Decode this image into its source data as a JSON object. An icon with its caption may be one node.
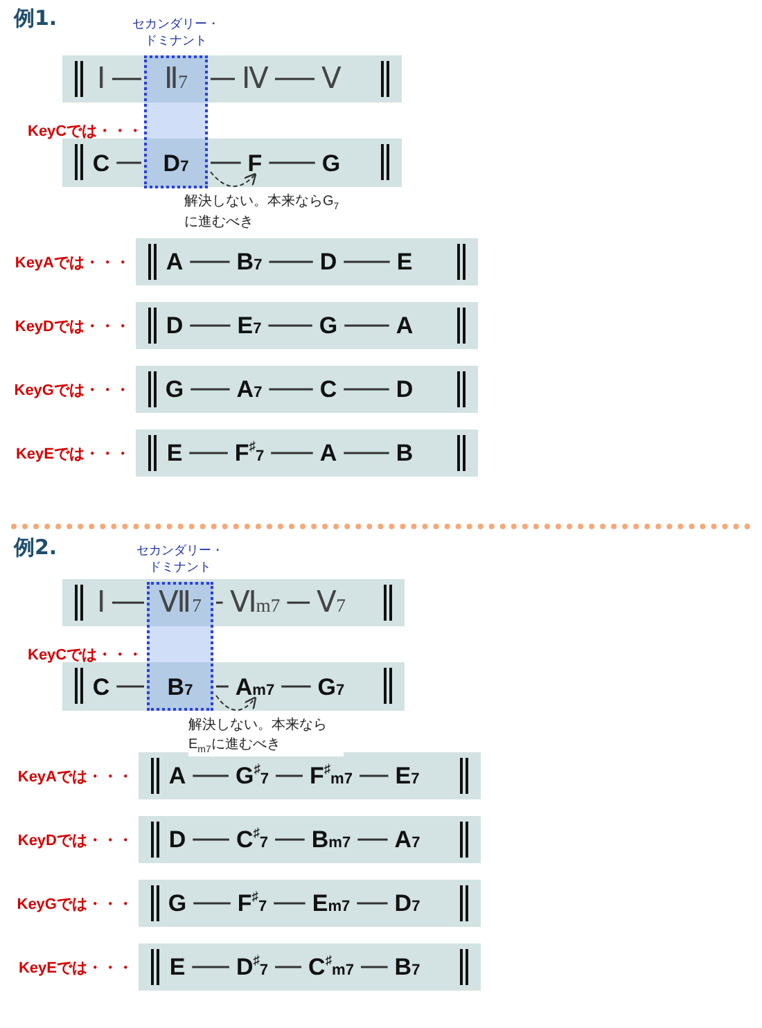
{
  "diagram": {
    "nodes": [
      {
        "text": [
          "セカンダリー・ドミナント"
        ]
      },
      {
        "text": [],
        "shape": "bar"
      },
      {
        "text": [
          "Ⅰ"
        ],
        "in": 1
      },
      {
        "text": [
          "Ⅱ$_{7}$"
        ]
      },
      {
        "text": [
          "Ⅳ"
        ],
        "in": 1
      },
      {
        "text": [
          "Ⅴ"
        ],
        "in": 1
      },
      {
        "text": [],
        "shape": "bar",
        "beside": [
          "KeyCでは・・・"
        ]
      },
      {
        "text": [
          "C"
        ],
        "in": 6
      },
      {
        "text": [
          "D$_{7}$"
        ]
      },
      {
        "text": [
          "F"
        ],
        "in": 6
      },
      {
        "text": [
          "G"
        ],
        "in": 6
      },
      {
        "text": [],
        "shape": "bar",
        "beside": [
          "KeyAでは・・・"
        ]
      },
      {
        "text": [
          "A"
        ],
        "in": 11
      },
      {
        "text": [
          "B$_{7}$"
        ],
        "in": 11
      },
      {
        "text": [
          "D"
        ],
        "in": 11
      },
      {
        "text": [
          "E"
        ],
        "in": 11
      },
      {
        "text": [],
        "shape": "bar",
        "beside": [
          "KeyDでは・・・"
        ]
      },
      {
        "text": [
          "D"
        ],
        "in": 16
      },
      {
        "text": [
          "E$_{7}$"
        ],
        "in": 16
      },
      {
        "text": [
          "G"
        ],
        "in": 16
      },
      {
        "text": [
          "A"
        ],
        "in": 16
      },
      {
        "text": [],
        "shape": "bar",
        "beside": [
          "KeyGでは・・・"
        ]
      },
      {
        "text": [
          "G"
        ],
        "in": 21
      },
      {
        "text": [
          "A$_{7}$"
        ],
        "in": 21
      },
      {
        "text": [
          "C"
        ],
        "in": 21
      },
      {
        "text": [
          "D"
        ],
        "in": 21
      },
      {
        "text": [],
        "shape": "bar",
        "beside": [
          "KeyEでは・・・"
        ]
      },
      {
        "text": [
          "E"
        ],
        "in": 26
      },
      {
        "text": [
          "F$^{♯}$$_{7}$"
        ],
        "in": 26
      },
      {
        "text": [
          "A"
        ],
        "in": 26
      },
      {
        "text": [
          "B"
        ],
        "in": 26
      },
      {
        "text": [
          "セカンダリー・ドミナント"
        ]
      },
      {
        "text": [],
        "shape": "bar"
      },
      {
        "text": [
          "Ⅰ"
        ],
        "in": 32
      },
      {
        "text": [
          "Ⅶ$_{7}$"
        ]
      },
      {
        "text": [
          "Ⅵ$_{m7}$"
        ],
        "in": 32
      },
      {
        "text": [
          "Ⅴ$_{7}$"
        ],
        "in": 32
      },
      {
        "text": [],
        "shape": "bar",
        "beside": [
          "KeyCでは・・・"
        ]
      },
      {
        "text": [
          "C"
        ],
        "in": 37
      },
      {
        "text": [
          "B$_{7}$"
        ]
      },
      {
        "text": [
          "A$_{m7}$"
        ],
        "in": 37
      },
      {
        "text": [
          "G$_{7}$"
        ],
        "in": 37
      },
      {
        "text": [],
        "shape": "bar",
        "beside": [
          "KeyAでは・・・"
        ]
      },
      {
        "text": [
          "A"
        ],
        "in": 42
      },
      {
        "text": [
          "G$^{♯}$$_{7}$"
        ],
        "in": 42
      },
      {
        "text": [
          "F$^{♯}$$_{m7}$"
        ],
        "in": 42
      },
      {
        "text": [
          "E$_{7}$"
        ],
        "in": 42
      },
      {
        "text": [],
        "shape": "bar",
        "beside": [
          "KeyDでは・・・"
        ]
      },
      {
        "text": [
          "D"
        ],
        "in": 47
      },
      {
        "text": [
          "C$^{♯}$$_{7}$"
        ],
        "in": 47
      },
      {
        "text": [
          "B$_{m7}$"
        ],
        "in": 47
      },
      {
        "text": [
          "A$_{7}$"
        ],
        "in": 47
      },
      {
        "text": [],
        "shape": "bar",
        "beside": [
          "KeyGでは・・・"
        ]
      },
      {
        "text": [
          "G"
        ],
        "in": 52
      },
      {
        "text": [
          "F$^{♯}$$_{7}$"
        ],
        "in": 52
      },
      {
        "text": [
          "E$_{m7}$"
        ],
        "in": 52
      },
      {
        "text": [
          "D$_{7}$"
        ],
        "in": 52
      },
      {
        "text": [],
        "shape": "bar",
        "beside": [
          "KeyEでは・・・"
        ]
      },
      {
        "text": [
          "E"
        ],
        "in": 57
      },
      {
        "text": [
          "D$^{♯}$$_{7}$"
        ],
        "in": 57
      },
      {
        "text": [
          "C$^{♯}$$_{m7}$"
        ],
        "in": 57
      },
      {
        "text": [
          "B$_{7}$"
        ],
        "in": 57
      }
    ],
    "edges": [
      {
        "from": 2,
        "to": 3,
        "arrow": "none"
      },
      {
        "from": 3,
        "to": 4,
        "arrow": "none"
      },
      {
        "from": 4,
        "to": 5,
        "arrow": "none"
      },
      {
        "from": 7,
        "to": 8,
        "arrow": "none"
      },
      {
        "from": 8,
        "to": 9,
        "arrow": "none"
      },
      {
        "from": 9,
        "to": 10,
        "arrow": "none"
      },
      {
        "from": 8,
        "to": 9,
        "arrow": "to",
        "style": "dashed",
        "label": "解決しない。本来ならG$_{7}$に進むべき"
      },
      {
        "from": 12,
        "to": 13,
        "arrow": "none"
      },
      {
        "from": 13,
        "to": 14,
        "arrow": "none"
      },
      {
        "from": 14,
        "to": 15,
        "arrow": "none"
      },
      {
        "from": 17,
        "to": 18,
        "arrow": "none"
      },
      {
        "from": 18,
        "to": 19,
        "arrow": "none"
      },
      {
        "from": 19,
        "to": 20,
        "arrow": "none"
      },
      {
        "from": 22,
        "to": 23,
        "arrow": "none"
      },
      {
        "from": 23,
        "to": 24,
        "arrow": "none"
      },
      {
        "from": 24,
        "to": 25,
        "arrow": "none"
      },
      {
        "from": 27,
        "to": 28,
        "arrow": "none"
      },
      {
        "from": 28,
        "to": 29,
        "arrow": "none"
      },
      {
        "from": 29,
        "to": 30,
        "arrow": "none"
      },
      {
        "from": 33,
        "to": 34,
        "arrow": "none"
      },
      {
        "from": 34,
        "to": 35,
        "arrow": "none"
      },
      {
        "from": 35,
        "to": 36,
        "arrow": "none"
      },
      {
        "from": 38,
        "to": 39,
        "arrow": "none"
      },
      {
        "from": 39,
        "to": 40,
        "arrow": "none"
      },
      {
        "from": 40,
        "to": 41,
        "arrow": "none"
      },
      {
        "from": 39,
        "to": 40,
        "arrow": "to",
        "style": "dashed",
        "label": "解決しない。本来ならE$_{m7}$に進むべき"
      },
      {
        "from": 43,
        "to": 44,
        "arrow": "none"
      },
      {
        "from": 44,
        "to": 45,
        "arrow": "none"
      },
      {
        "from": 45,
        "to": 46,
        "arrow": "none"
      },
      {
        "from": 48,
        "to": 49,
        "arrow": "none"
      },
      {
        "from": 49,
        "to": 50,
        "arrow": "none"
      },
      {
        "from": 50,
        "to": 51,
        "arrow": "none"
      },
      {
        "from": 53,
        "to": 54,
        "arrow": "none"
      },
      {
        "from": 54,
        "to": 55,
        "arrow": "none"
      },
      {
        "from": 55,
        "to": 56,
        "arrow": "none"
      },
      {
        "from": 58,
        "to": 59,
        "arrow": "none"
      },
      {
        "from": 59,
        "to": 60,
        "arrow": "none"
      },
      {
        "from": 60,
        "to": 61,
        "arrow": "none"
      }
    ],
    "labels": [
      "例1.",
      "例2."
    ]
  }
}
